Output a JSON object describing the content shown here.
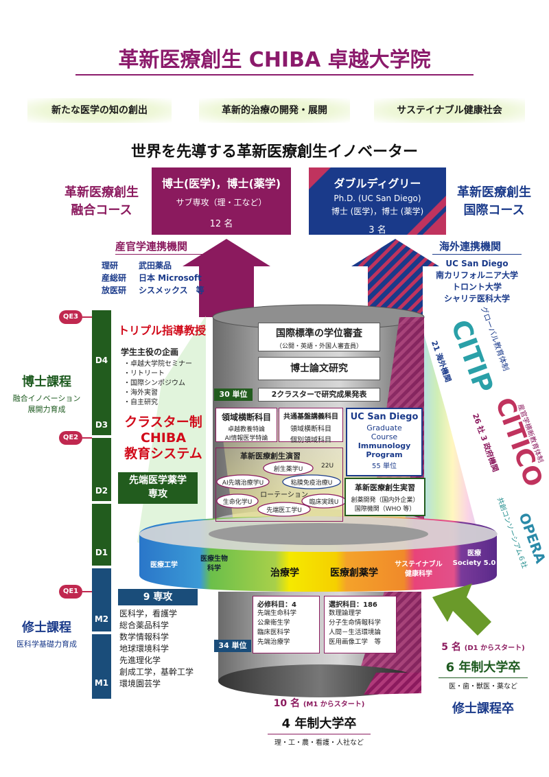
{
  "title": "革新医療創生 CHIBA 卓越大学院",
  "pillars": [
    "新たな医学の知の創出",
    "革新的治療の開発・展開",
    "サステイナブル健康社会"
  ],
  "subtitle": "世界を先導する革新医療創生イノベーター",
  "left_course": {
    "line1": "革新医療創生",
    "line2": "融合コース"
  },
  "right_course": {
    "line1": "革新医療創生",
    "line2": "国際コース"
  },
  "box_left": {
    "line1": "博士(医学)，博士(薬学)",
    "line2": "サブ専攻（理・工など）",
    "count": "12 名"
  },
  "box_right": {
    "line1": "ダブルディグリー",
    "line2": "Ph.D. (UC San Diego)",
    "line3": "博士 (医学)，博士 (薬学)",
    "count": "3 名"
  },
  "industry": {
    "heading": "産官学連携機関",
    "rows": [
      [
        "理研",
        "武田薬品"
      ],
      [
        "産総研",
        "日本 Microsoft"
      ],
      [
        "放医研",
        "シスメックス　等"
      ]
    ]
  },
  "overseas": {
    "heading": "海外連携機関",
    "items": [
      "UC San Diego",
      "南カリフォルニア大学",
      "トロント大学",
      "シャリテ医科大学"
    ]
  },
  "qe": [
    "QE3",
    "QE2",
    "QE1"
  ],
  "years": [
    "D4",
    "D3",
    "D2",
    "D1",
    "M2",
    "M1"
  ],
  "doctoral": {
    "title": "博士課程",
    "sub1": "融合イノベーション",
    "sub2": "展開力育成"
  },
  "master": {
    "title": "修士課程",
    "sub": "医科学基礎力育成"
  },
  "triple": "トリプル指導教授",
  "student_plan": {
    "heading": "学生主役の企画",
    "items": [
      "・卓越大学院セミナー",
      "・リトリート",
      "・国際シンポジウム",
      "・海外実習",
      "・自主研究"
    ]
  },
  "cluster": {
    "line1": "クラスター制",
    "line2": "CHIBA",
    "line3": "教育システム"
  },
  "advanced_major": {
    "line1": "先端医学薬学",
    "line2": "専攻"
  },
  "nine_majors": {
    "heading": "9 専攻",
    "items": [
      "医科学，看護学",
      "総合薬品科学",
      "数学情報科学",
      "地球環境科学",
      "先進理化学",
      "創成工学，基幹工学",
      "環境園芸学"
    ]
  },
  "intl_review": {
    "title": "国際標準の学位審査",
    "sub": "（公開・英語・外国人審査員）"
  },
  "thesis": "博士論文研究",
  "cluster_presentation": "2クラスターで研究成果発表",
  "units30": "30 単位",
  "units34": "34 単位",
  "domain_courses": {
    "title": "領域横断科目",
    "items": [
      "卓越教養特論",
      "AI情報医学特論"
    ]
  },
  "common_courses": {
    "title": "共通基盤講義科目",
    "items": [
      "領域横断科目",
      "個別領域科目"
    ]
  },
  "ucsd": {
    "line1": "UC San Diego",
    "line2": "Graduate",
    "line3": "Course",
    "line4": "Immunology",
    "line5": "Program",
    "units": "55 単位"
  },
  "practicum": {
    "title": "革新医療創生演習",
    "units": "22U",
    "rotation": "ローテーション",
    "units_list": [
      "創生薬学U",
      "AI先端治療学U",
      "粘膜免疫治療U",
      "生命化学U",
      "臨床実践U",
      "先端医工学U"
    ]
  },
  "practical_training": {
    "title": "革新医療創生実習",
    "line1": "創薬開発（国内外企業）",
    "line2": "国際機関（WHO 等）"
  },
  "ring": [
    "医療工学",
    "医療生物\n科学",
    "治療学",
    "医療創薬学",
    "サステイナブル\n健康科学",
    "医療\nSociety 5.0"
  ],
  "required": {
    "title": "必修科目：4",
    "items": [
      "先端生命科学",
      "公衆衛生学",
      "臨床医科学",
      "先端治療学"
    ]
  },
  "elective": {
    "title": "選択科目：186",
    "items": [
      "数理論理学",
      "分子生命情報科学",
      "人間－生活環境論",
      "医用画像工学　等"
    ]
  },
  "bottom_center": {
    "count": "10 名",
    "note": "(M1 からスタート)",
    "grad": "4 年制大学卒",
    "fields": "理・工・農・看護・人社など"
  },
  "bottom_right": {
    "count": "5 名",
    "note": "(D1 からスタート)",
    "grad": "6 年制大学卒",
    "fields": "医・歯・獣医・薬など",
    "completion": "修士課程卒"
  },
  "side_programs": {
    "citip": {
      "name": "CITIP",
      "caption": "グローバル教育体制",
      "sub": "21 海外機関"
    },
    "citico": {
      "name": "CITICO",
      "caption": "産官学横断教育体制",
      "sub": "26 社 3 政府機関"
    },
    "opera": {
      "name": "OPERA",
      "caption": "共創コンソーシアム６社"
    }
  },
  "colors": {
    "magenta": "#8b1a5e",
    "navy": "#1a3a8a",
    "green": "#225c1e",
    "red": "#d10a1a",
    "teal": "#2a8a9a"
  }
}
